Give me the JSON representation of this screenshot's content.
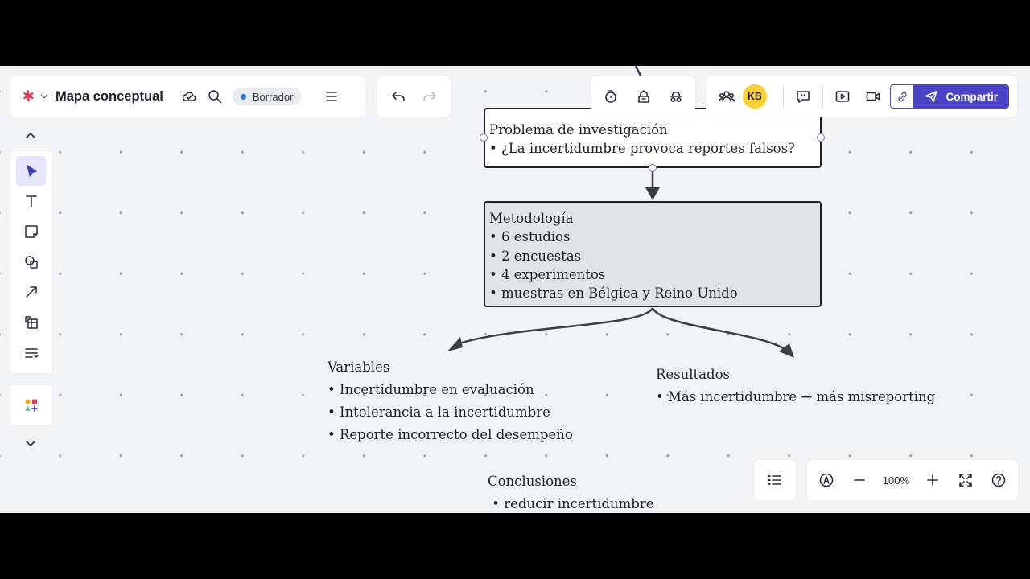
{
  "header": {
    "title": "Mapa conceptual",
    "status": "Borrador",
    "avatar_initials": "KB",
    "share_label": "Compartir"
  },
  "zoom": {
    "value": "100%"
  },
  "colors": {
    "accent": "#4a43c9",
    "avatar": "#ffd02e",
    "logo": "#e8334a",
    "status_dot": "#2f79d6",
    "method_fill": "#e1e3e7"
  },
  "diagram": {
    "problem": {
      "title": "Problema de investigación",
      "items": [
        "• ¿La incertidumbre provoca reportes falsos?"
      ]
    },
    "methodology": {
      "title": "Metodología",
      "items": [
        "• 6 estudios",
        "• 2 encuestas",
        "• 4 experimentos",
        "• muestras en Bélgica y Reino Unido"
      ]
    },
    "variables": {
      "title": "Variables",
      "items": [
        "• Incertidumbre en evaluación",
        "• Intolerancia a la incertidumbre",
        "• Reporte incorrecto del desempeño"
      ]
    },
    "results": {
      "title": "Resultados",
      "items": [
        "• Más incertidumbre → más misreporting"
      ]
    },
    "conclusions": {
      "title": "Conclusiones",
      "items": [
        " • reducir incertidumbre"
      ]
    }
  },
  "icons": {
    "top_left": [
      "logo-icon",
      "chevron-down-icon",
      "cloud-icon",
      "search-icon",
      "menu-icon"
    ],
    "undo": [
      "undo-icon",
      "redo-icon"
    ],
    "tools": [
      "select-icon",
      "text-icon",
      "sticky-note-icon",
      "shapes-icon",
      "arrow-icon",
      "frame-icon",
      "template-icon"
    ]
  }
}
